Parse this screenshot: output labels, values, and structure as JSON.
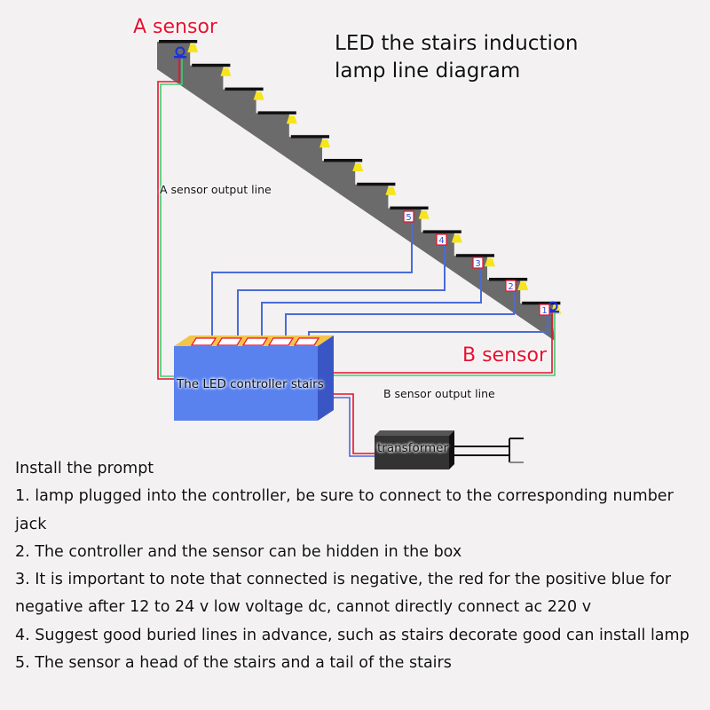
{
  "title": {
    "line1": "LED the stairs induction",
    "line2": "lamp line diagram"
  },
  "labels": {
    "a_sensor": "A sensor",
    "b_sensor": "B sensor",
    "a_sensor_output": "A sensor output line",
    "b_sensor_output": "B sensor output line",
    "controller": "The LED controller stairs",
    "transformer": "transformer"
  },
  "step_numbers": [
    "5",
    "4",
    "3",
    "2",
    "1"
  ],
  "wire_colors": {
    "positive": "#e8102e",
    "negative": "#4a6bd8",
    "signal": "#3ccf6e",
    "controller_face": "#5a82ee",
    "controller_side": "#3a56c4",
    "controller_top": "#f3c44a",
    "stair": "#6b6b6b"
  },
  "notes": {
    "heading": "Install the prompt",
    "items": [
      "1. lamp plugged into the controller, be sure to connect to the corresponding number jack",
      "2. The controller and the sensor can be hidden in the box",
      "3. It is important to note that connected is negative, the red for the positive blue for negative after 12 to 24 v low voltage dc, cannot directly connect ac 220 v",
      "4. Suggest good buried lines in advance, such as stairs decorate good can install lamp",
      "5. The sensor a head of the stairs and a tail of the stairs"
    ]
  }
}
